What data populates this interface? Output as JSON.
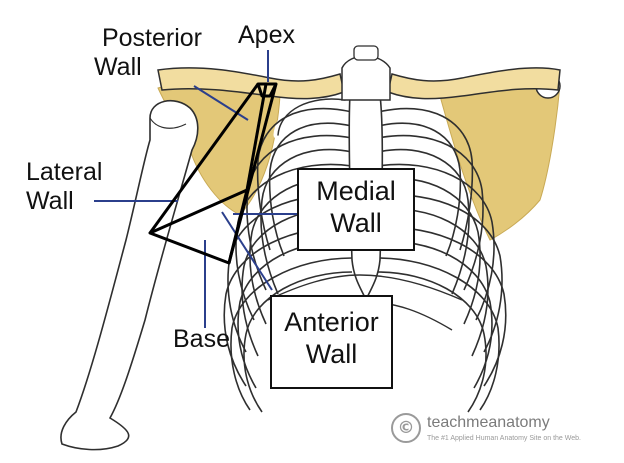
{
  "labels": {
    "posterior_wall": [
      "Posterior",
      "Wall"
    ],
    "apex": "Apex",
    "lateral_wall": [
      "Lateral",
      "Wall"
    ],
    "medial_wall": [
      "Medial",
      "Wall"
    ],
    "base": "Base",
    "anterior_wall": [
      "Anterior",
      "Wall"
    ]
  },
  "brand": {
    "name": "teachmeanatomy",
    "tagline": "The #1 Applied Human Anatomy Site on the Web.",
    "mark": "©"
  },
  "colors": {
    "bone_fill": "#ffffff",
    "bone_stroke": "#2f2f2f",
    "clavicle_fill": "#f2dda0",
    "scapula_fill": "#e3c878",
    "pointer_line": "#2b3f8c",
    "pyramid_line": "#000000",
    "logo_gray": "#8a8a8a"
  }
}
